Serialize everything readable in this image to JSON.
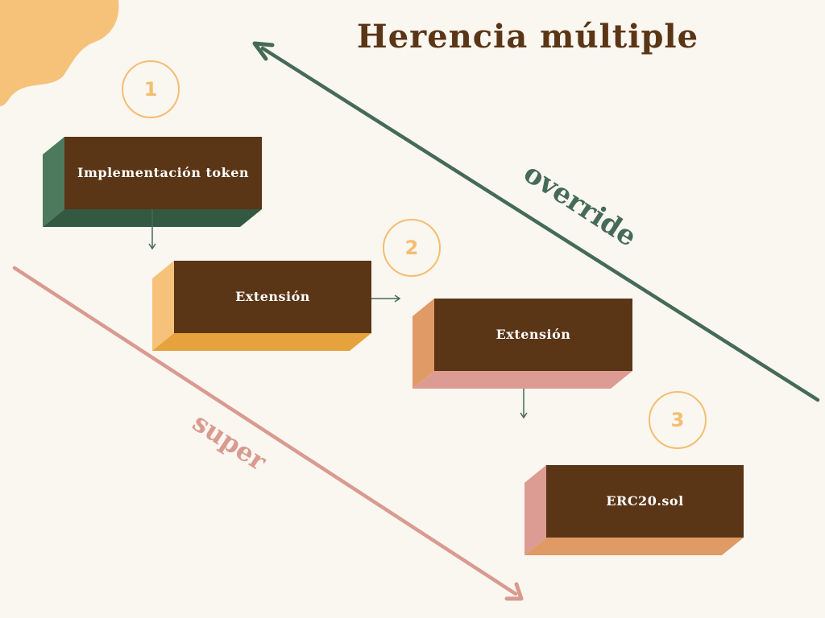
{
  "title": "Herencia múltiple",
  "steps": [
    {
      "number": "1",
      "label": "Implementación token"
    },
    {
      "number": "2",
      "label": "Extensión"
    },
    {
      "number": "",
      "label": "Extensión"
    },
    {
      "number": "3",
      "label": "ERC20.sol"
    }
  ],
  "arrows": {
    "override_label": "override",
    "super_label": "super"
  },
  "colors": {
    "background": "#faf6f0",
    "box_front": "#5a3516",
    "title": "#5a3516",
    "circle": "#f3be72",
    "override": "#456b56",
    "super": "#d99a90",
    "blob": "#f6c27a"
  }
}
